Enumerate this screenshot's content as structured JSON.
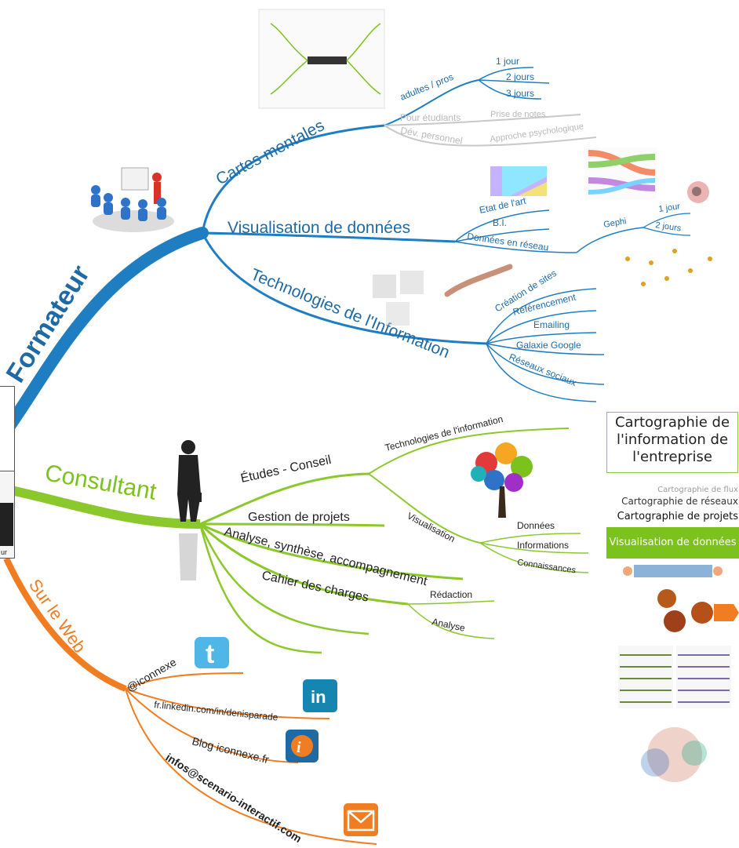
{
  "colors": {
    "blue": "#1f7ec2",
    "green": "#8bc82c",
    "orange": "#f07d22",
    "gray": "#c8c8c8",
    "viz_band": "#7cc21d"
  },
  "branches": {
    "formateur": {
      "label": "Formateur",
      "cartes": {
        "label": "Cartes mentales",
        "adultes": "adultes / pros",
        "j1": "1 jour",
        "j2": "2 jours",
        "j3": "3 jours",
        "etudiants": "Pour étudiants",
        "notes": "Prise de notes",
        "dev": "Dév. personnel",
        "psy": "Approche psychologique"
      },
      "viz": {
        "label": "Visualisation de données",
        "etat": "Etat de l'art",
        "bi": "B.I.",
        "reseau": "Données en réseau",
        "gephi": "Gephi",
        "j1": "1 jour",
        "j2": "2 jours"
      },
      "tech": {
        "label": "Technologies de l'Information",
        "sites": "Création de sites",
        "ref": "Référencement",
        "mail": "Emailing",
        "google": "Galaxie Google",
        "rs": "Réseaux sociaux"
      }
    },
    "consultant": {
      "label": "Consultant",
      "etudes": "Études - Conseil",
      "techinfo": "Technologies de l'information",
      "visu": "Visualisation",
      "donnees": "Données",
      "infos": "Informations",
      "conn": "Connaissances",
      "gestion": "Gestion de projets",
      "analyse": "Analyse, synthèse, accompagnement",
      "cahier": "Cahier des charges",
      "redaction": "Rédaction",
      "analyse2": "Analyse"
    },
    "web": {
      "label": "Sur le Web",
      "twitter": "@iconnexe",
      "linkedin": "fr.linkedin.com/in/denisparade",
      "blog": "Blog iconnexe.fr",
      "mail": "infos@scenario-interactif.com"
    }
  },
  "side": {
    "title": "Cartographie de l'information de l'entreprise",
    "flux": "Cartographie de flux",
    "reseaux": "Cartographie de réseaux",
    "projets": "Cartographie de projets",
    "viz": "Visualisation de données"
  },
  "left_fragment": "ur",
  "icons": [
    "twitter-icon",
    "linkedin-icon",
    "blog-icon",
    "mail-icon",
    "training-people-icon",
    "businessman-icon",
    "puzzle-tree-icon"
  ]
}
